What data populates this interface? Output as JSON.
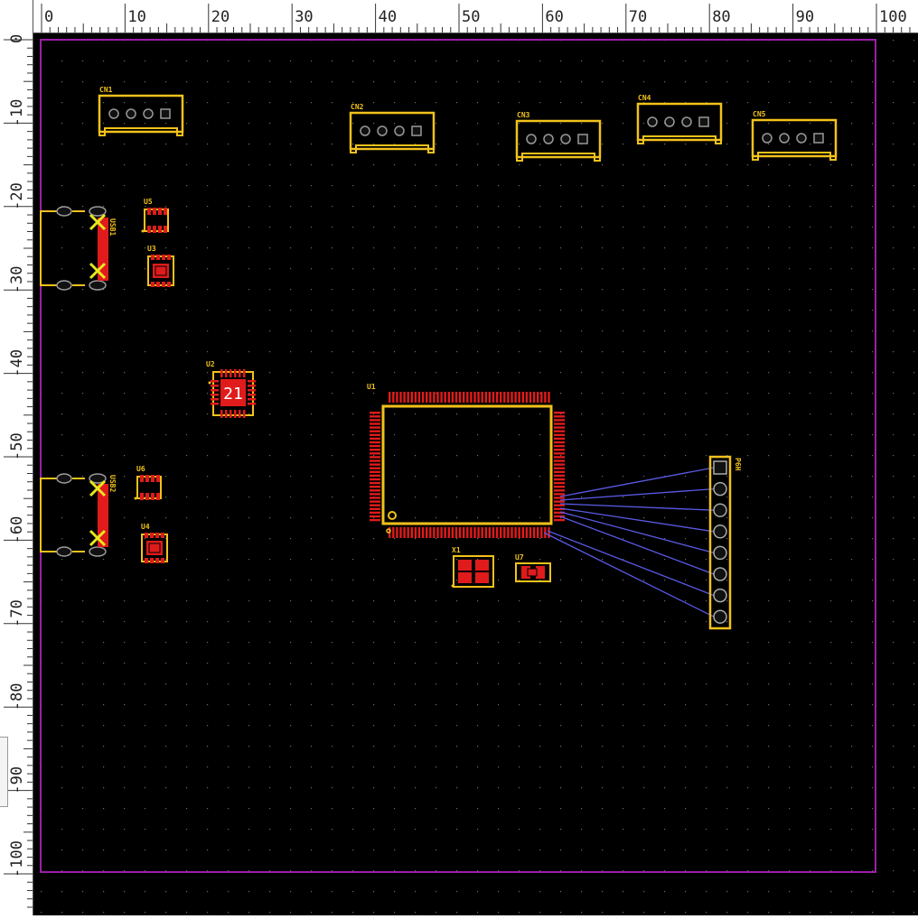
{
  "ruler": {
    "x_labels": [
      "0",
      "10",
      "20",
      "30",
      "40",
      "50",
      "60",
      "70",
      "80",
      "90",
      "100"
    ],
    "y_labels": [
      "0",
      "-10",
      "-20",
      "-30",
      "-40",
      "-50",
      "-60",
      "-70",
      "-80",
      "-90",
      "-100"
    ]
  },
  "colors": {
    "background": "#000000",
    "grid": "#6a6a6a",
    "board_outline": "#9b1fa8",
    "silkscreen": "#f2c21b",
    "pad": "#e01b1b",
    "ratsnest": "#5a5ae6",
    "pad_marker": "#e8e81e"
  },
  "components": {
    "cn1": "CN1",
    "cn2": "CN2",
    "cn3": "CN3",
    "cn4": "CN4",
    "cn5": "CN5",
    "usb1": "USB1",
    "usb2": "USB2",
    "u1": "U1",
    "u2": "U2",
    "u2_pin": "21",
    "u3": "U3",
    "u4": "U4",
    "u5": "U5",
    "u6": "U6",
    "u7": "U7",
    "x1": "X1",
    "p6h": "P6H"
  }
}
